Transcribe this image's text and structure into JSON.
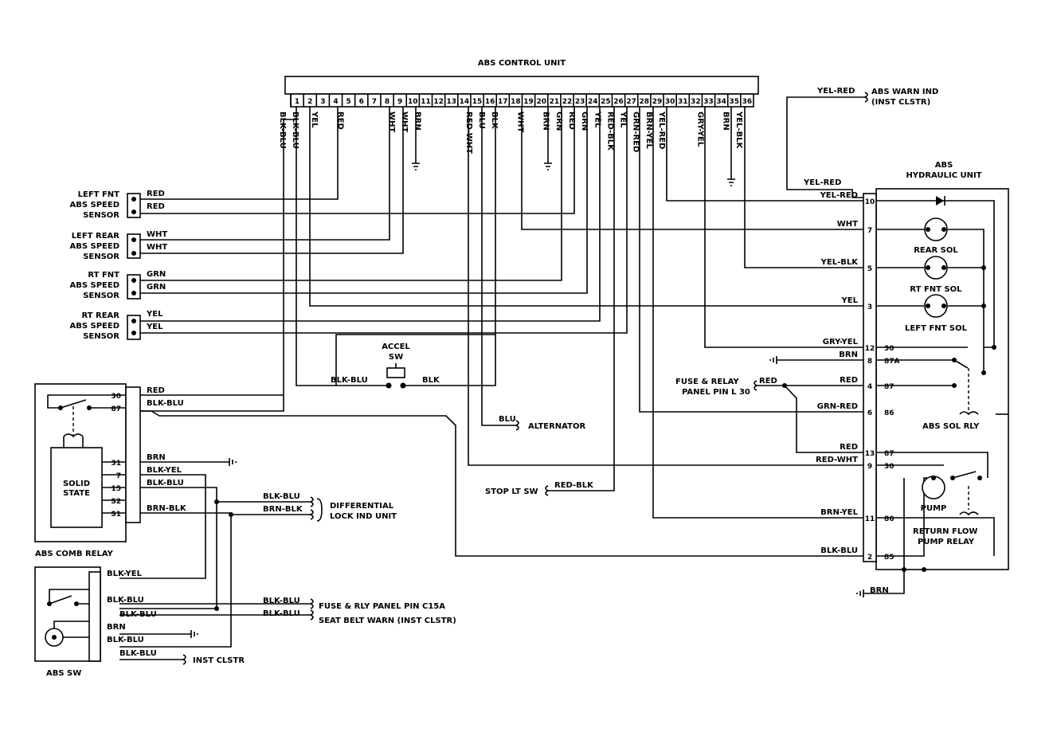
{
  "control_unit": {
    "title": "ABS CONTROL UNIT",
    "pins": [
      "1",
      "2",
      "3",
      "4",
      "5",
      "6",
      "7",
      "8",
      "9",
      "10",
      "11",
      "12",
      "13",
      "14",
      "15",
      "16",
      "17",
      "18",
      "19",
      "20",
      "21",
      "22",
      "23",
      "24",
      "25",
      "26",
      "27",
      "28",
      "29",
      "30",
      "31",
      "32",
      "33",
      "34",
      "35",
      "36"
    ],
    "wires": [
      {
        "pin": "1",
        "color": "BLK-BLU"
      },
      {
        "pin": "1",
        "color": "BLK-BLU"
      },
      {
        "pin": "2",
        "color": "YEL"
      },
      {
        "pin": "4",
        "color": "RED"
      },
      {
        "pin": "8",
        "color": "WHT"
      },
      {
        "pin": "9",
        "color": "WHT"
      },
      {
        "pin": "10",
        "color": "BRN"
      },
      {
        "pin": "14",
        "color": "RED-WHT"
      },
      {
        "pin": "15",
        "color": "BLU"
      },
      {
        "pin": "16",
        "color": "BLK"
      },
      {
        "pin": "18",
        "color": "WHT"
      },
      {
        "pin": "20",
        "color": "BRN"
      },
      {
        "pin": "21",
        "color": "GRN"
      },
      {
        "pin": "22",
        "color": "RED"
      },
      {
        "pin": "23",
        "color": "GRN"
      },
      {
        "pin": "24",
        "color": "YEL"
      },
      {
        "pin": "25",
        "color": "RED-BLK"
      },
      {
        "pin": "26",
        "color": "YEL"
      },
      {
        "pin": "27",
        "color": "GRN-RED"
      },
      {
        "pin": "28",
        "color": "BRN-YEL"
      },
      {
        "pin": "29",
        "color": "YEL-RED"
      },
      {
        "pin": "32",
        "color": "GRY-YEL"
      },
      {
        "pin": "34",
        "color": "BRN"
      },
      {
        "pin": "35",
        "color": "YEL-BLK"
      }
    ]
  },
  "sensors": [
    {
      "name": "LEFT FNT",
      "line2": "ABS SPEED",
      "line3": "SENSOR",
      "w1": "RED",
      "w2": "RED"
    },
    {
      "name": "LEFT REAR",
      "line2": "ABS SPEED",
      "line3": "SENSOR",
      "w1": "WHT",
      "w2": "WHT"
    },
    {
      "name": "RT FNT",
      "line2": "ABS SPEED",
      "line3": "SENSOR",
      "w1": "GRN",
      "w2": "GRN"
    },
    {
      "name": "RT REAR",
      "line2": "ABS SPEED",
      "line3": "SENSOR",
      "w1": "YEL",
      "w2": "YEL"
    }
  ],
  "accel_sw": {
    "line1": "ACCEL",
    "line2": "SW",
    "left_wire": "BLK-BLU",
    "right_wire": "BLK"
  },
  "alternator": {
    "wire": "BLU",
    "label": "ALTERNATOR"
  },
  "stop_lt": {
    "label": "STOP LT SW",
    "wire": "RED-BLK"
  },
  "fuse_relay_l30": {
    "line1": "FUSE & RELAY",
    "line2": "PANEL PIN L 30",
    "wire": "RED"
  },
  "warn_ind": {
    "wire": "YEL-RED",
    "line1": "ABS WARN IND",
    "line2": "(INST CLSTR)"
  },
  "hydraulic_unit": {
    "title1": "ABS",
    "title2": "HYDRAULIC UNIT",
    "rear_sol": "REAR SOL",
    "rt_fnt_sol": "RT FNT SOL",
    "left_fnt_sol": "LEFT FNT SOL",
    "sol_rly": "ABS SOL RLY",
    "pump": "PUMP",
    "return_flow_1": "RETURN FLOW",
    "return_flow_2": "PUMP RELAY",
    "ground_wire": "BRN",
    "pins": [
      {
        "num": "10",
        "wire": "YEL-RED",
        "wire2": "YEL-RED",
        "inner": ""
      },
      {
        "num": "7",
        "wire": "WHT",
        "inner": ""
      },
      {
        "num": "5",
        "wire": "YEL-BLK",
        "inner": ""
      },
      {
        "num": "3",
        "wire": "YEL",
        "inner": ""
      },
      {
        "num": "12",
        "wire": "GRY-YEL",
        "inner": "30"
      },
      {
        "num": "8",
        "wire": "BRN",
        "inner": "87A"
      },
      {
        "num": "4",
        "wire": "RED",
        "inner": "87"
      },
      {
        "num": "6",
        "wire": "GRN-RED",
        "inner": "86"
      },
      {
        "num": "13",
        "wire": "RED",
        "inner": "87"
      },
      {
        "num": "9",
        "wire": "RED-WHT",
        "inner": "30"
      },
      {
        "num": "11",
        "wire": "BRN-YEL",
        "inner": "86"
      },
      {
        "num": "2",
        "wire": "BLK-BLU",
        "inner": "85"
      }
    ]
  },
  "combi_relay": {
    "label": "ABS COMB RELAY",
    "solid1": "SOLID",
    "solid2": "STATE",
    "pins": [
      {
        "num": "30",
        "wire": "RED"
      },
      {
        "num": "87",
        "wire": "BLK-BLU"
      },
      {
        "num": "31",
        "wire": "BRN"
      },
      {
        "num": "7",
        "wire": "BLK-YEL"
      },
      {
        "num": "15",
        "wire": "BLK-BLU"
      },
      {
        "num": "S2",
        "wire": ""
      },
      {
        "num": "S1",
        "wire": "BRN-BLK"
      }
    ]
  },
  "diff_lock": {
    "w1": "BLK-BLU",
    "w2": "BRN-BLK",
    "line1": "DIFFERENTIAL",
    "line2": "LOCK IND UNIT"
  },
  "abs_sw": {
    "label": "ABS SW",
    "wires": [
      "BLK-YEL",
      "BLK-BLU",
      "BLK-BLU",
      "BRN",
      "BLK-BLU",
      "BLK-BLU"
    ]
  },
  "abs_sw_dest": {
    "w1": "BLK-BLU",
    "w2": "BLK-BLU",
    "dest1": "FUSE & RLY PANEL PIN C15A",
    "dest2": "SEAT BELT WARN (INST CLSTR)",
    "dest3": "INST CLSTR"
  }
}
